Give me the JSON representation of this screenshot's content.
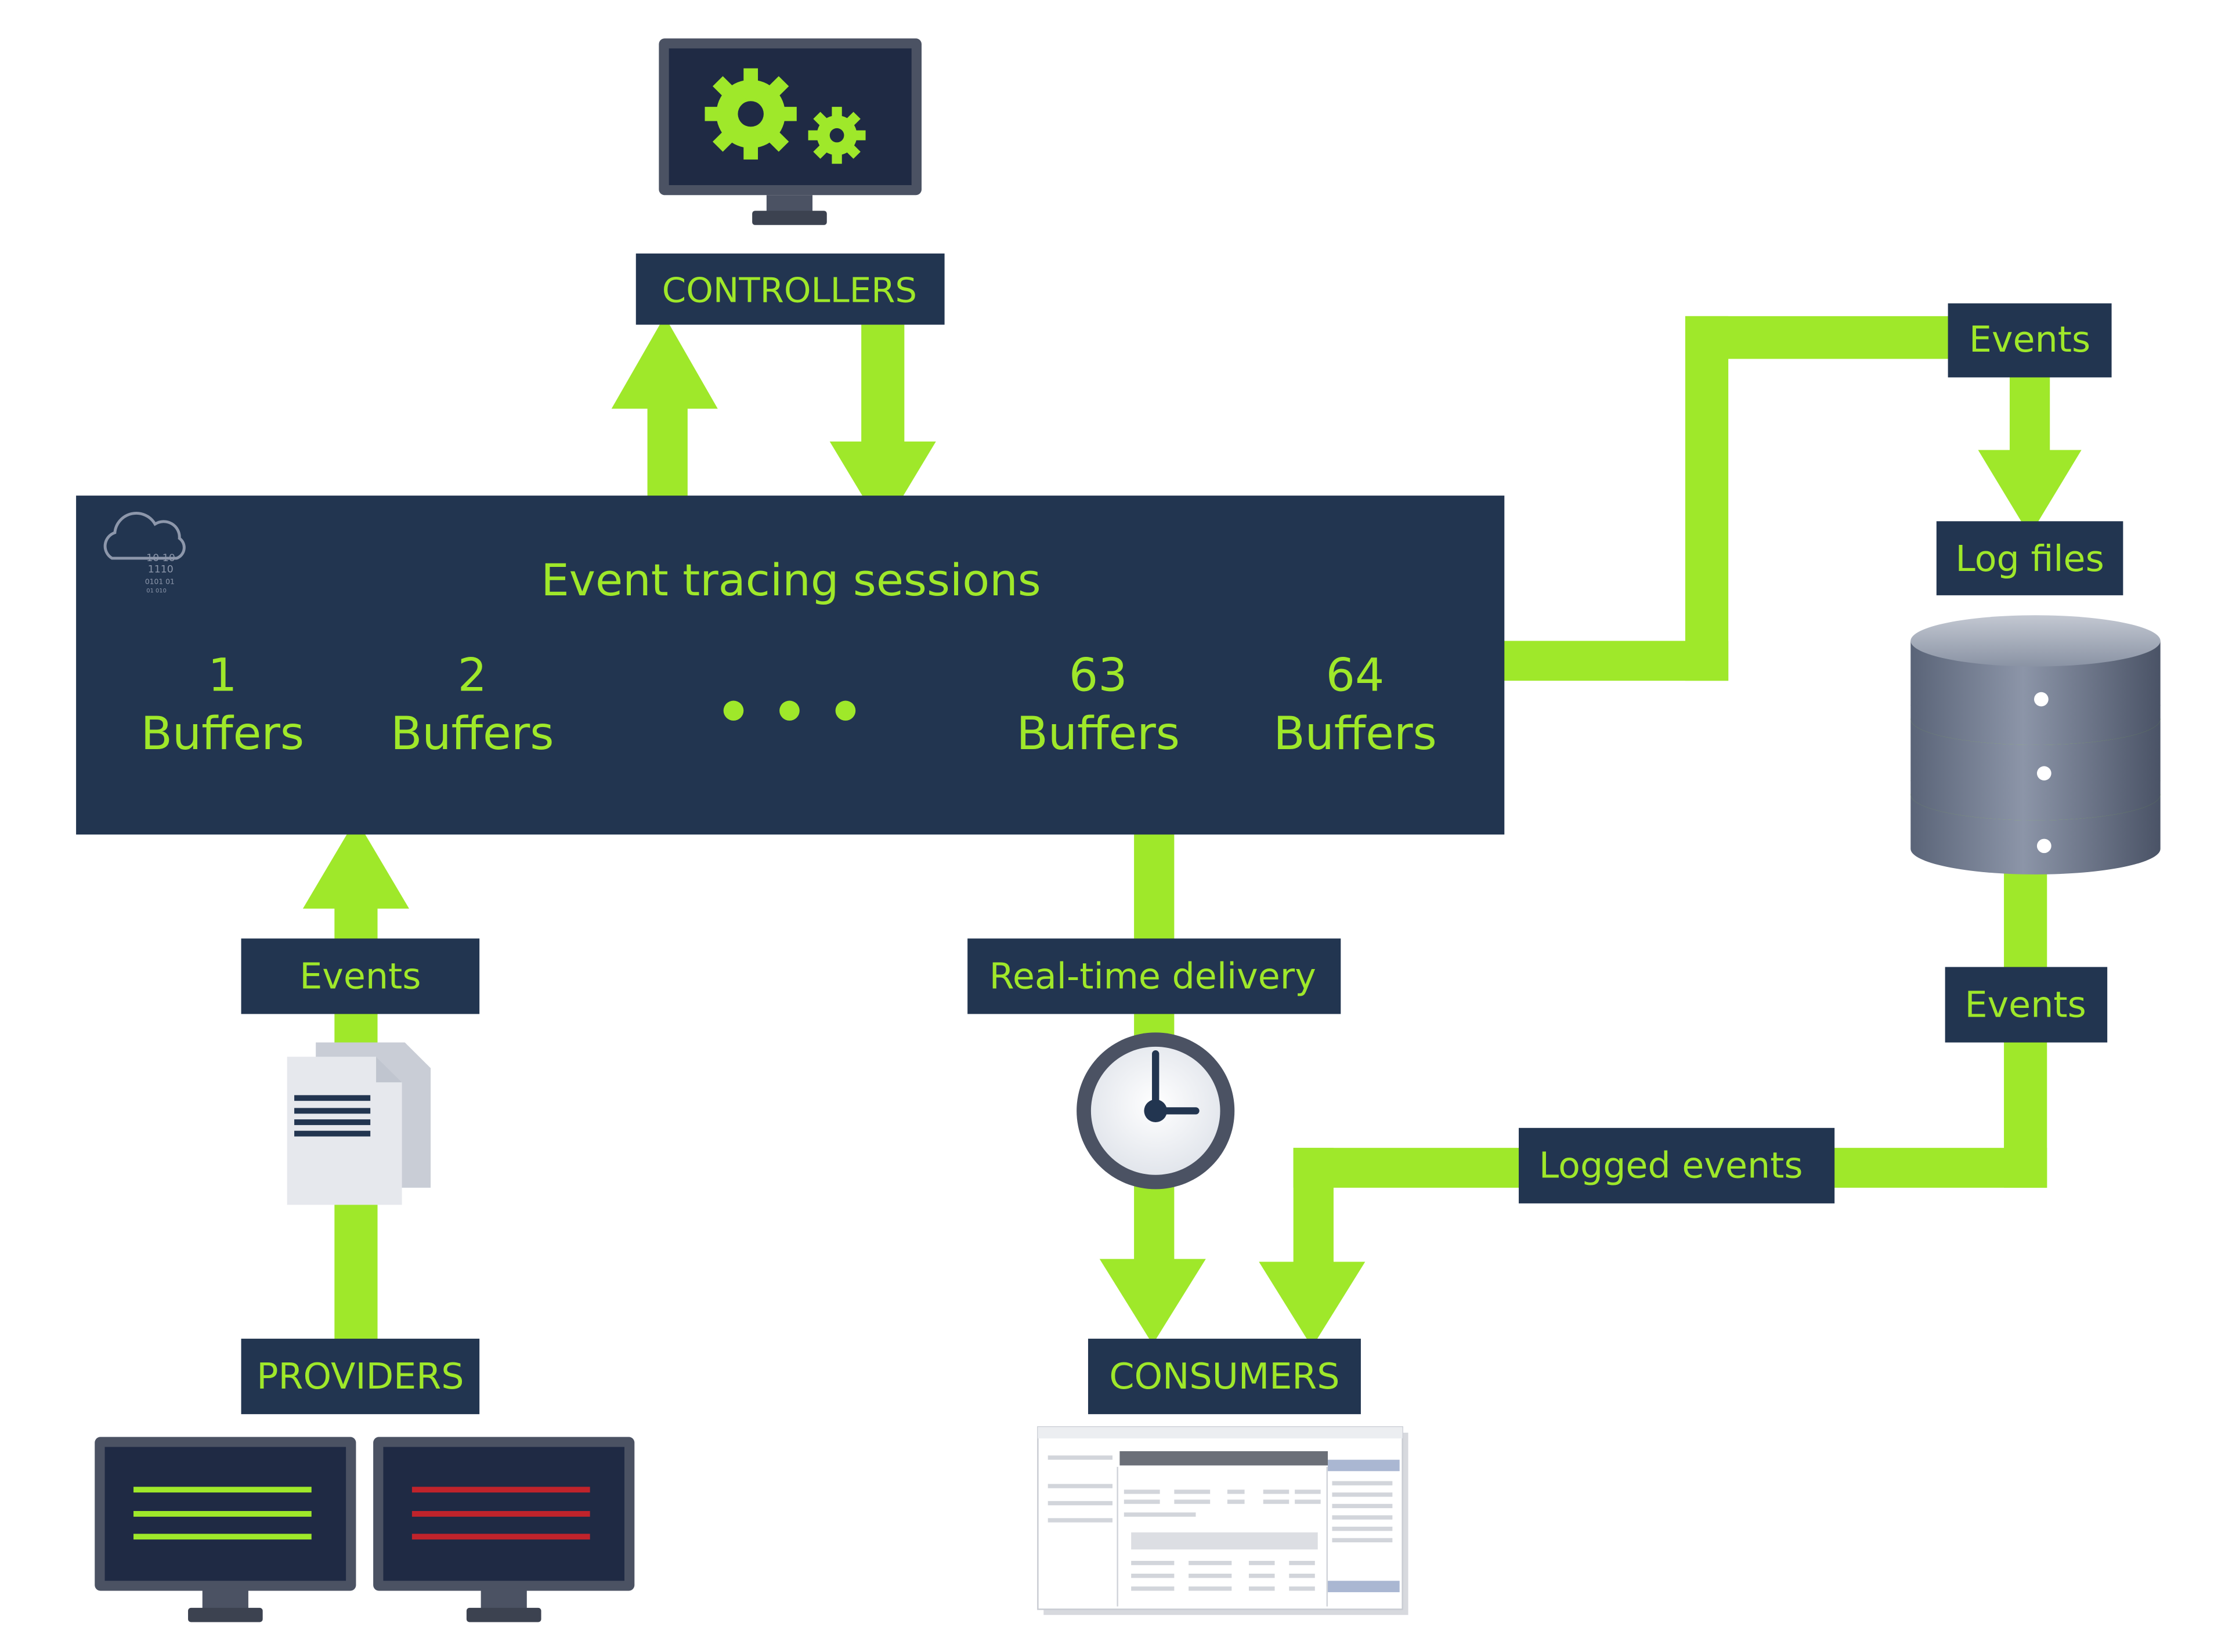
{
  "colors": {
    "navy": "#223550",
    "green": "#9fe82a",
    "red": "#c0232b",
    "monitor_frame": "#4b5263",
    "white": "#ffffff"
  },
  "controllers": {
    "label": "CONTROLLERS",
    "icon": "gears-monitor-icon"
  },
  "session": {
    "title": "Event tracing sessions",
    "cloud_icon_text": [
      "10  10",
      "1110",
      "0101  01",
      "01     010"
    ],
    "buffers": [
      {
        "number": "1",
        "label": "Buffers"
      },
      {
        "number": "2",
        "label": "Buffers"
      },
      {
        "number": "63",
        "label": "Buffers"
      },
      {
        "number": "64",
        "label": "Buffers"
      }
    ],
    "ellipsis_icon": "ellipsis-icon"
  },
  "log_side": {
    "events_top": "Events",
    "log_files": "Log files",
    "events_bottom": "Events",
    "logged_events": "Logged events",
    "db_icon": "database-icon"
  },
  "providers_side": {
    "events": "Events",
    "providers": "PROVIDERS",
    "documents_icon": "documents-icon"
  },
  "realtime": {
    "label": "Real-time delivery",
    "clock_icon": "clock-icon"
  },
  "consumers": {
    "label": "CONSUMERS",
    "icon": "app-window-icon"
  }
}
